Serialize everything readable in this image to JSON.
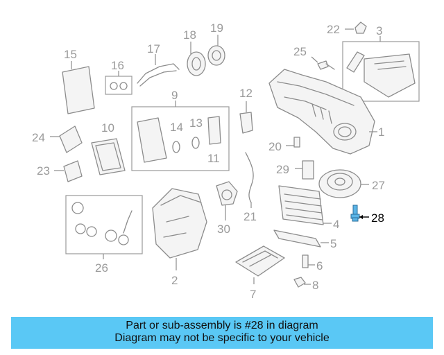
{
  "diagram": {
    "callouts": [
      {
        "id": "1",
        "label": "1"
      },
      {
        "id": "2",
        "label": "2"
      },
      {
        "id": "3",
        "label": "3"
      },
      {
        "id": "4",
        "label": "4"
      },
      {
        "id": "5",
        "label": "5"
      },
      {
        "id": "6",
        "label": "6"
      },
      {
        "id": "7",
        "label": "7"
      },
      {
        "id": "8",
        "label": "8"
      },
      {
        "id": "9",
        "label": "9"
      },
      {
        "id": "10",
        "label": "10"
      },
      {
        "id": "11",
        "label": "11"
      },
      {
        "id": "12",
        "label": "12"
      },
      {
        "id": "13",
        "label": "13"
      },
      {
        "id": "14",
        "label": "14"
      },
      {
        "id": "15",
        "label": "15"
      },
      {
        "id": "16",
        "label": "16"
      },
      {
        "id": "17",
        "label": "17"
      },
      {
        "id": "18",
        "label": "18"
      },
      {
        "id": "19",
        "label": "19"
      },
      {
        "id": "20",
        "label": "20"
      },
      {
        "id": "21",
        "label": "21"
      },
      {
        "id": "22",
        "label": "22"
      },
      {
        "id": "23",
        "label": "23"
      },
      {
        "id": "24",
        "label": "24"
      },
      {
        "id": "25",
        "label": "25"
      },
      {
        "id": "26",
        "label": "26"
      },
      {
        "id": "27",
        "label": "27"
      },
      {
        "id": "28",
        "label": "28"
      },
      {
        "id": "29",
        "label": "29"
      },
      {
        "id": "30",
        "label": "30"
      }
    ],
    "highlighted_part": "28",
    "highlight_color": "#5ab4e6",
    "banner_color": "#5ac8f5"
  },
  "banner": {
    "line1": "Part or sub-assembly is #28 in diagram",
    "line2": "Diagram may not be specific to your vehicle"
  }
}
